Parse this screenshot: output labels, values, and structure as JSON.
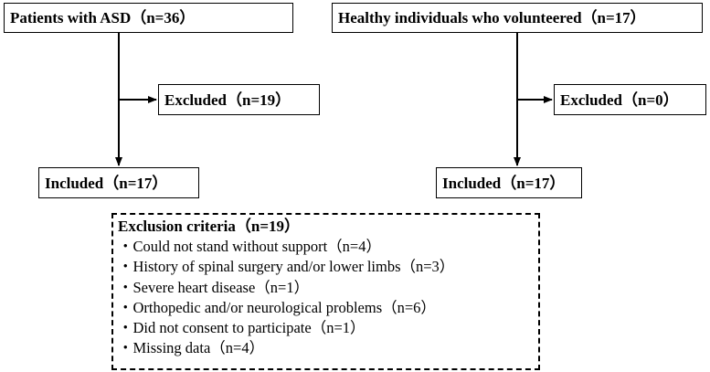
{
  "flow": {
    "patients_asd": "Patients with ASD（n=36）",
    "healthy_volunteers": "Healthy individuals who volunteered（n=17）",
    "excluded_left": "Excluded（n=19）",
    "excluded_right": "Excluded（n=0）",
    "included_left": "Included（n=17）",
    "included_right": "Included（n=17）"
  },
  "exclusion": {
    "title": "Exclusion criteria（n=19）",
    "items": [
      "・Could not stand without support（n=4）",
      "・History of spinal surgery and/or lower limbs（n=3）",
      "・Severe heart disease（n=1）",
      "・Orthopedic and/or neurological problems（n=6）",
      "・Did not consent to participate（n=1）",
      "・Missing data（n=4）"
    ]
  }
}
